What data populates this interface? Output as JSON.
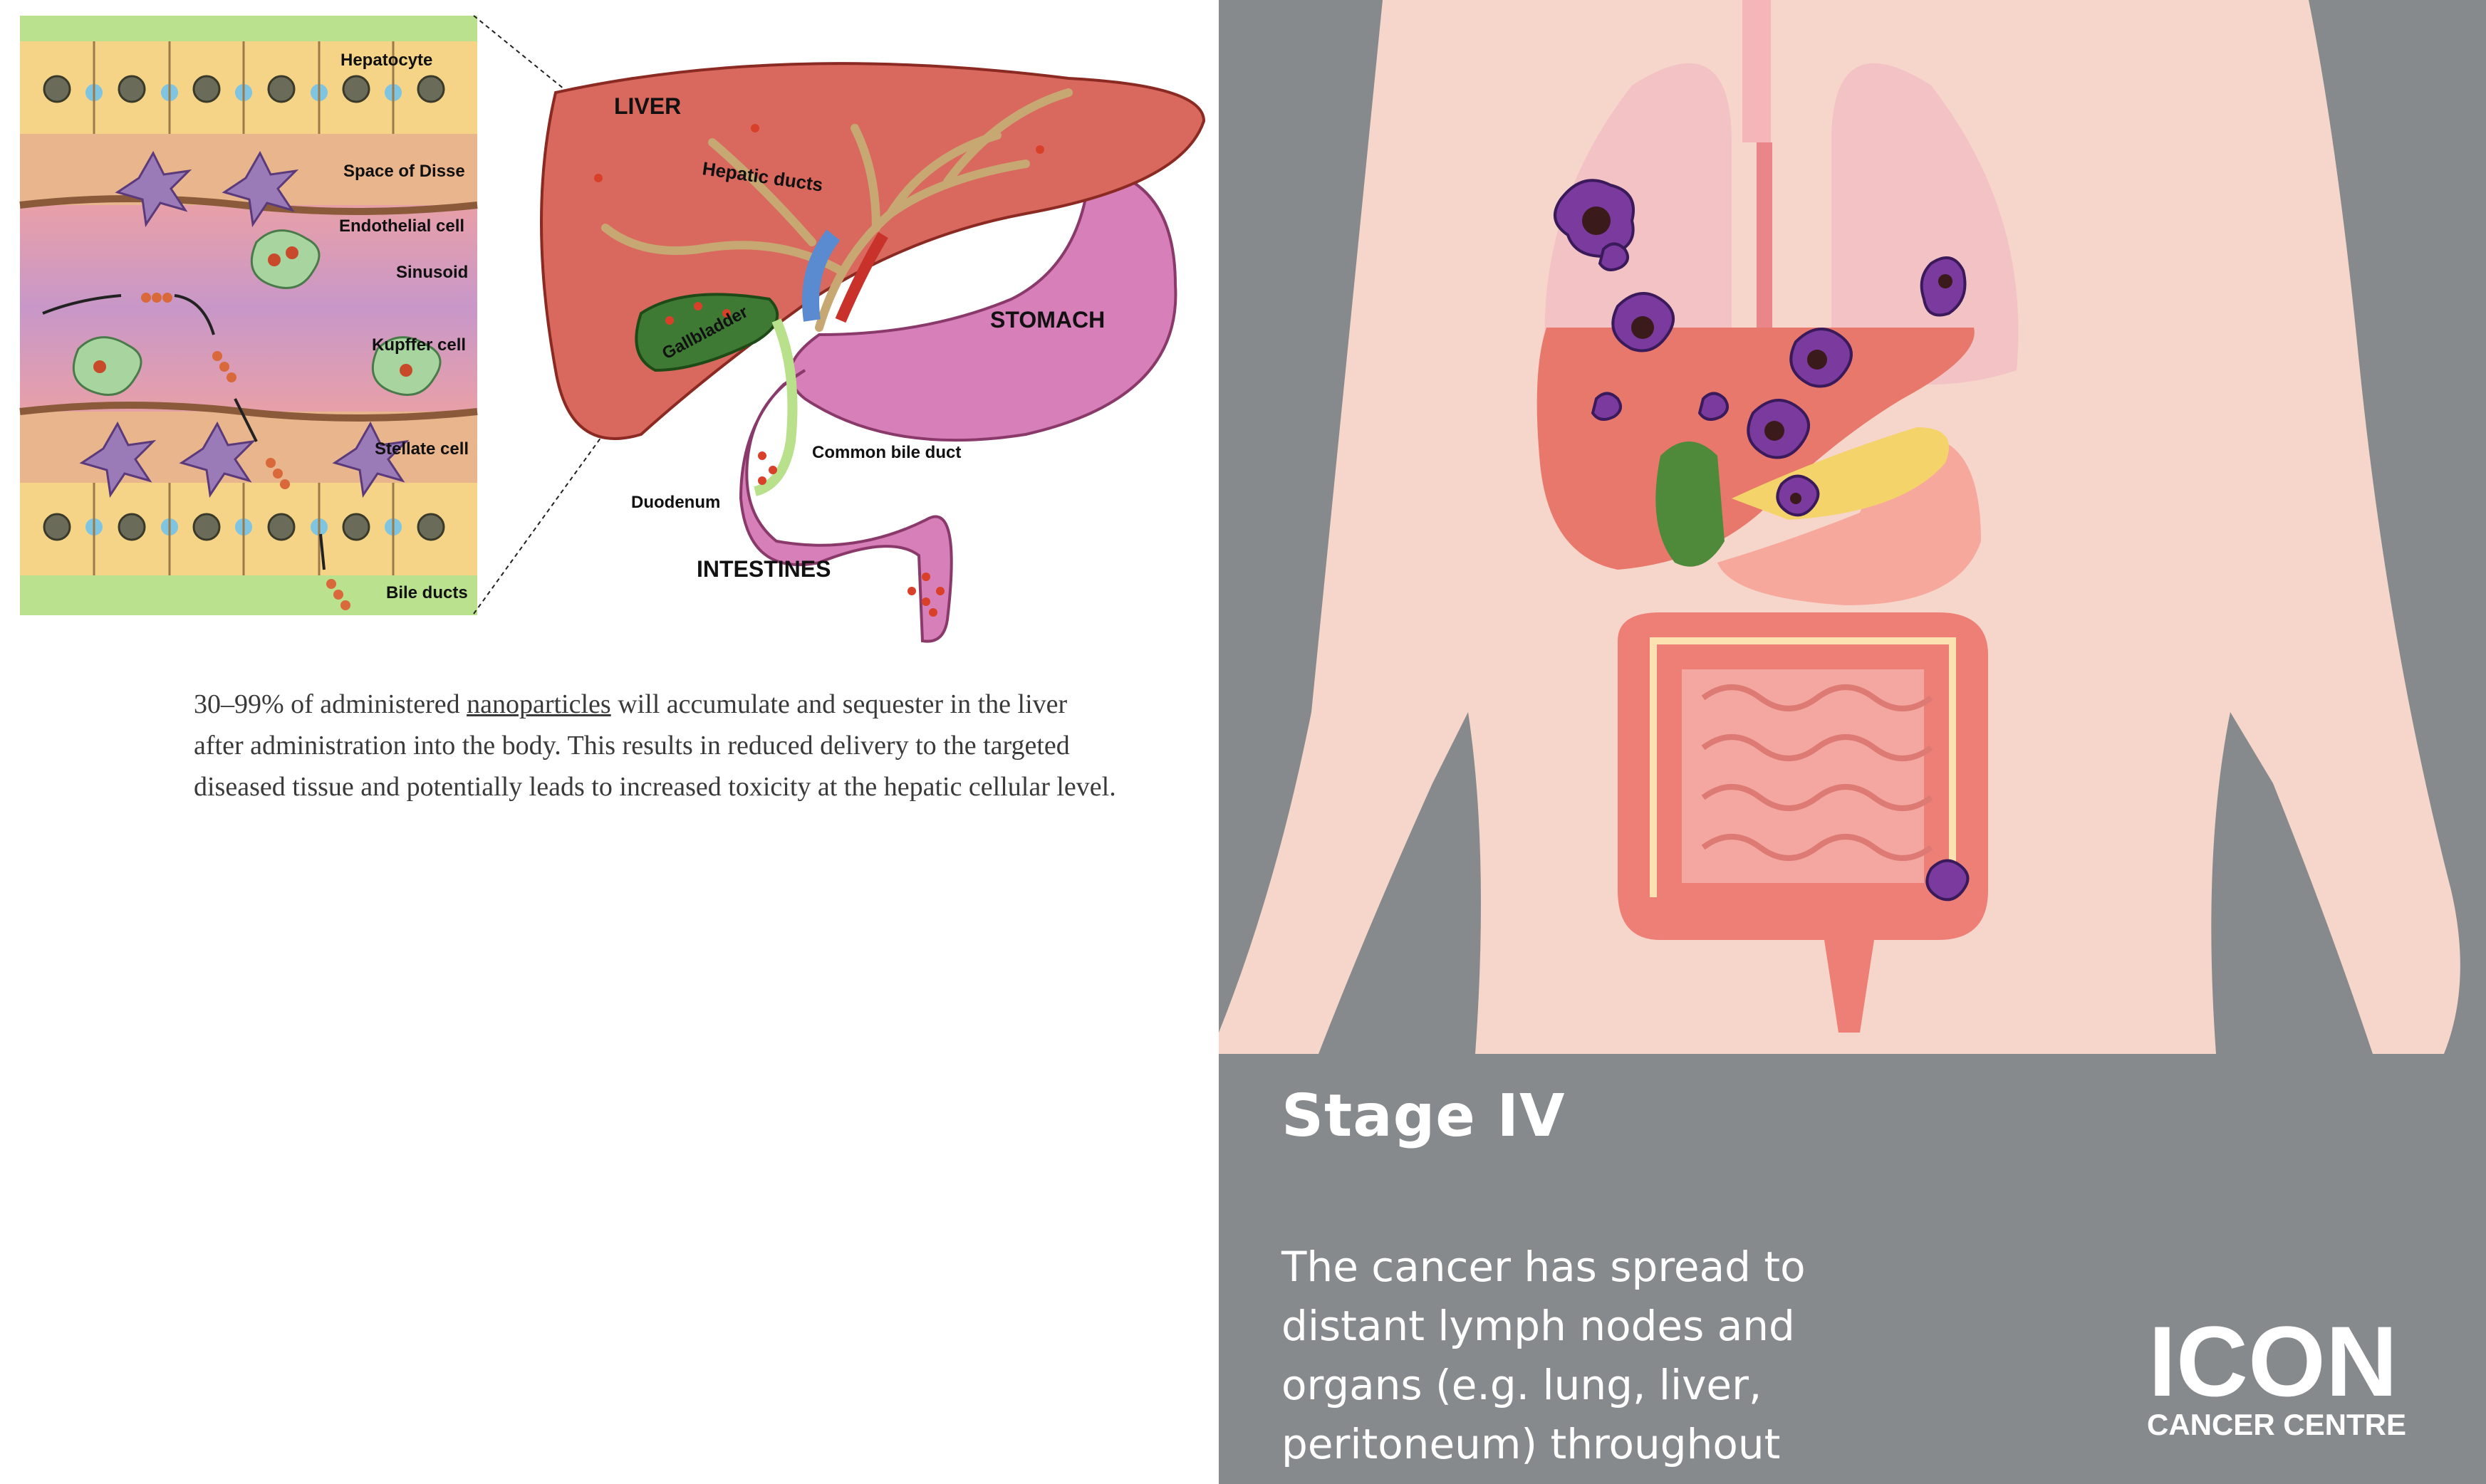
{
  "left_figure": {
    "cell_labels": {
      "hepatocyte": "Hepatocyte",
      "space_of_disse": "Space of Disse",
      "endothelial_cell": "Endothelial cell",
      "sinusoid": "Sinusoid",
      "kupffer_cell": "Kupffer cell",
      "stellate_cell": "Stellate cell",
      "bile_ducts": "Bile ducts"
    },
    "organ_labels": {
      "liver": "LIVER",
      "hepatic_ducts": "Hepatic ducts",
      "gallbladder": "Gallbladder",
      "stomach": "STOMACH",
      "common_bile_duct": "Common bile duct",
      "duodenum": "Duodenum",
      "intestines": "INTESTINES"
    }
  },
  "article": {
    "text_before_link": "30–99% of administered ",
    "link_text": "nanoparticles",
    "text_after_link": " will accumulate and sequester in the liver after administration into the body. This results in reduced delivery to the targeted diseased tissue and potentially leads to increased toxicity at the hepatic cellular level."
  },
  "stage_panel": {
    "title": "Stage IV",
    "description": "The cancer has spread to distant lymph nodes and organs (e.g. lung, liver, peritoneum) throughout",
    "logo_main": "ICON",
    "logo_sub": "CANCER CENTRE"
  },
  "colors": {
    "panel_background": "#868a8d",
    "liver": "#d9695e",
    "stomach": "#d77fb8",
    "gallbladder": "#3e7a34",
    "tumor": "#6a2d8e",
    "skin": "#f6d5ca"
  }
}
